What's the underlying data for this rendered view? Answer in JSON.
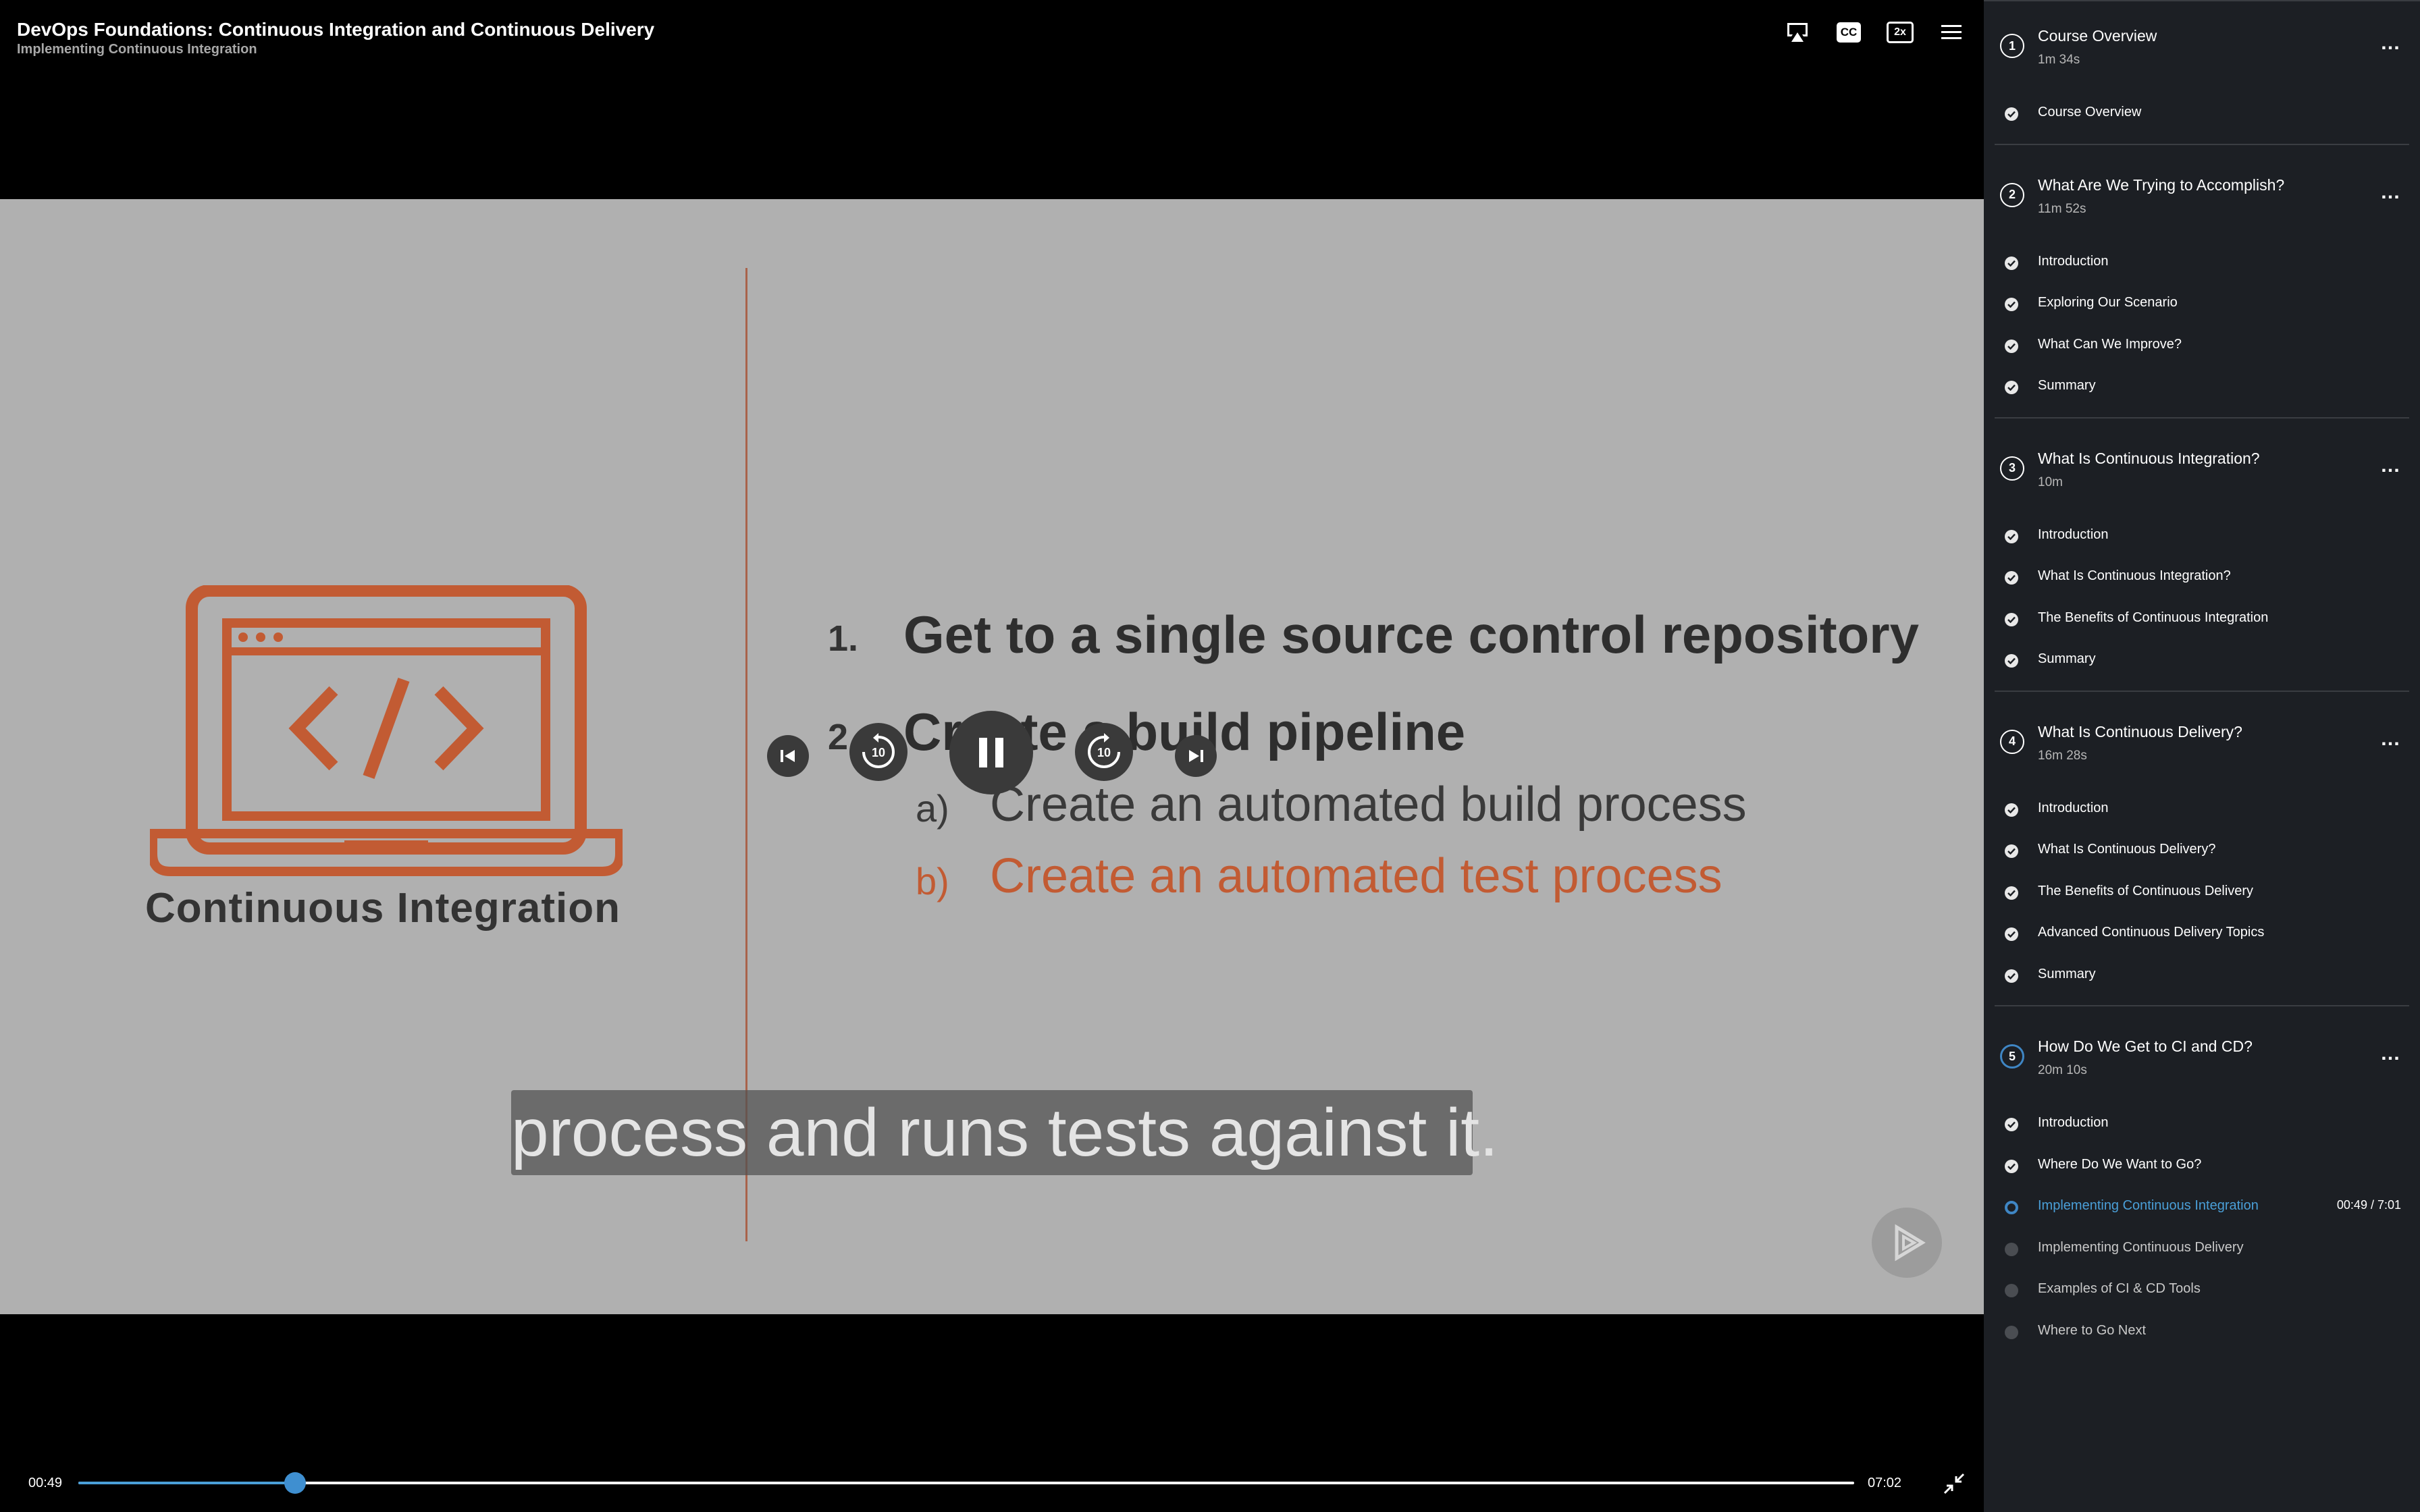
{
  "header": {
    "course_title": "DevOps Foundations: Continuous Integration and Continuous Delivery",
    "clip_subtitle": "Implementing Continuous Integration",
    "icons": [
      "airplay-icon",
      "closed-captions-icon",
      "speed-icon",
      "menu-icon"
    ],
    "cc_label": "CC",
    "speed_label": "2x"
  },
  "slide": {
    "caption": "Continuous Integration",
    "items": [
      {
        "num": "1.",
        "text": "Get to a single source control repository"
      },
      {
        "num": "2.",
        "text": "Create a build pipeline"
      }
    ],
    "subitems": [
      {
        "letter": "a)",
        "text": "Create an automated build process"
      },
      {
        "letter": "b)",
        "text": "Create an automated test process"
      }
    ],
    "accent_color": "#c25b33"
  },
  "captions": {
    "text": "process and runs tests against it."
  },
  "controls": {
    "skip_back_label": "10",
    "skip_forward_label": "10",
    "state": "playing"
  },
  "scrubber": {
    "current_time": "00:49",
    "total_time": "07:02",
    "progress": 0.122,
    "accent_color": "#3f8fd0"
  },
  "sidebar": {
    "modules": [
      {
        "num": "1",
        "title": "Course Overview",
        "duration": "1m 34s",
        "clips": [
          {
            "label": "Course Overview",
            "state": "done"
          }
        ]
      },
      {
        "num": "2",
        "title": "What Are We Trying to Accomplish?",
        "duration": "11m 52s",
        "clips": [
          {
            "label": "Introduction",
            "state": "done"
          },
          {
            "label": "Exploring Our Scenario",
            "state": "done"
          },
          {
            "label": "What Can We Improve?",
            "state": "done"
          },
          {
            "label": "Summary",
            "state": "done"
          }
        ]
      },
      {
        "num": "3",
        "title": "What Is Continuous Integration?",
        "duration": "10m",
        "clips": [
          {
            "label": "Introduction",
            "state": "done"
          },
          {
            "label": "What Is Continuous Integration?",
            "state": "done"
          },
          {
            "label": "The Benefits of Continuous Integration",
            "state": "done"
          },
          {
            "label": "Summary",
            "state": "done"
          }
        ]
      },
      {
        "num": "4",
        "title": "What Is Continuous Delivery?",
        "duration": "16m 28s",
        "clips": [
          {
            "label": "Introduction",
            "state": "done"
          },
          {
            "label": "What Is Continuous Delivery?",
            "state": "done"
          },
          {
            "label": "The Benefits of Continuous Delivery",
            "state": "done"
          },
          {
            "label": "Advanced Continuous Delivery Topics",
            "state": "done"
          },
          {
            "label": "Summary",
            "state": "done"
          }
        ]
      },
      {
        "num": "5",
        "title": "How Do We Get to CI and CD?",
        "duration": "20m 10s",
        "clips": [
          {
            "label": "Introduction",
            "state": "done"
          },
          {
            "label": "Where Do We Want to Go?",
            "state": "done"
          },
          {
            "label": "Implementing Continuous Integration",
            "state": "current",
            "time": "00:49 / 7:01"
          },
          {
            "label": "Implementing Continuous Delivery",
            "state": "todo"
          },
          {
            "label": "Examples of CI & CD Tools",
            "state": "todo"
          },
          {
            "label": "Where to Go Next",
            "state": "todo"
          }
        ]
      }
    ],
    "current_color": "#4a9fd8"
  }
}
